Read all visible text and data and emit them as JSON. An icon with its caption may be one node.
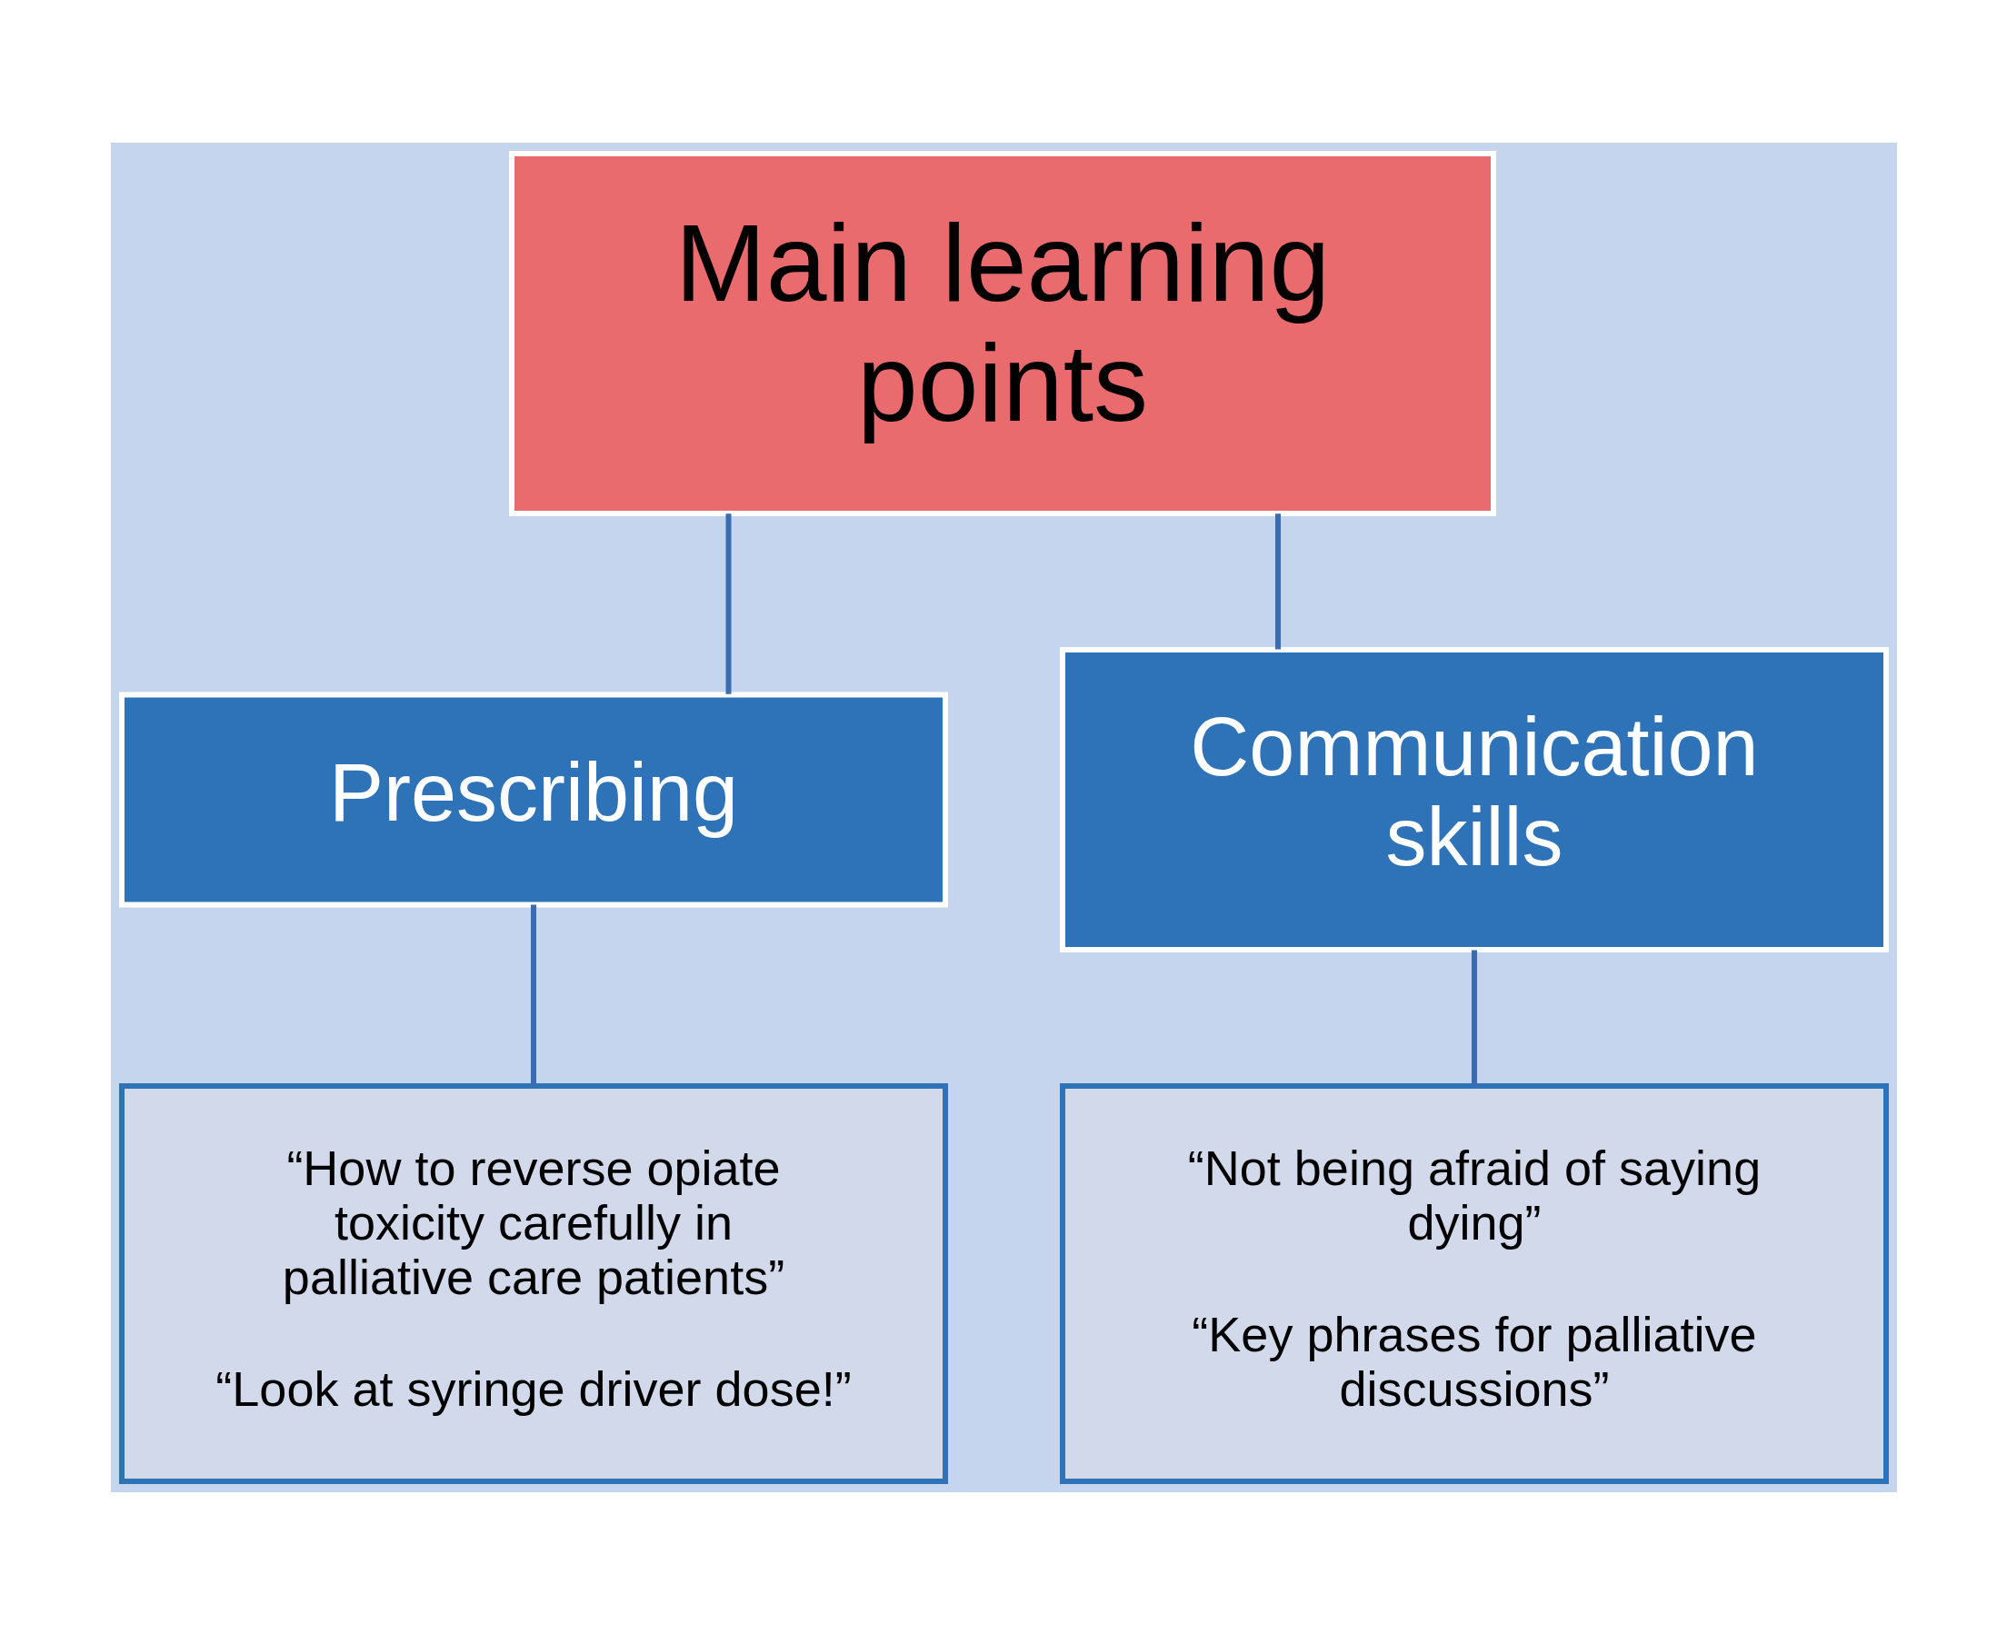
{
  "diagram": {
    "nodes": [
      {
        "text": [
          "Main learning points"
        ]
      },
      {
        "text": [
          "Prescribing"
        ]
      },
      {
        "text": [
          "Communication skills"
        ]
      },
      {
        "text": [
          "“How to reverse opiate toxicity carefully in palliative care patients”",
          "“Look at syringe driver dose!”"
        ]
      },
      {
        "text": [
          "“Not being afraid of saying dying”",
          "“Key phrases for palliative discussions”"
        ]
      }
    ],
    "edges": [
      {
        "from": 0,
        "to": 1,
        "arrow": "none"
      },
      {
        "from": 0,
        "to": 2,
        "arrow": "none"
      },
      {
        "from": 1,
        "to": 3,
        "arrow": "none"
      },
      {
        "from": 2,
        "to": 4,
        "arrow": "none"
      }
    ]
  }
}
